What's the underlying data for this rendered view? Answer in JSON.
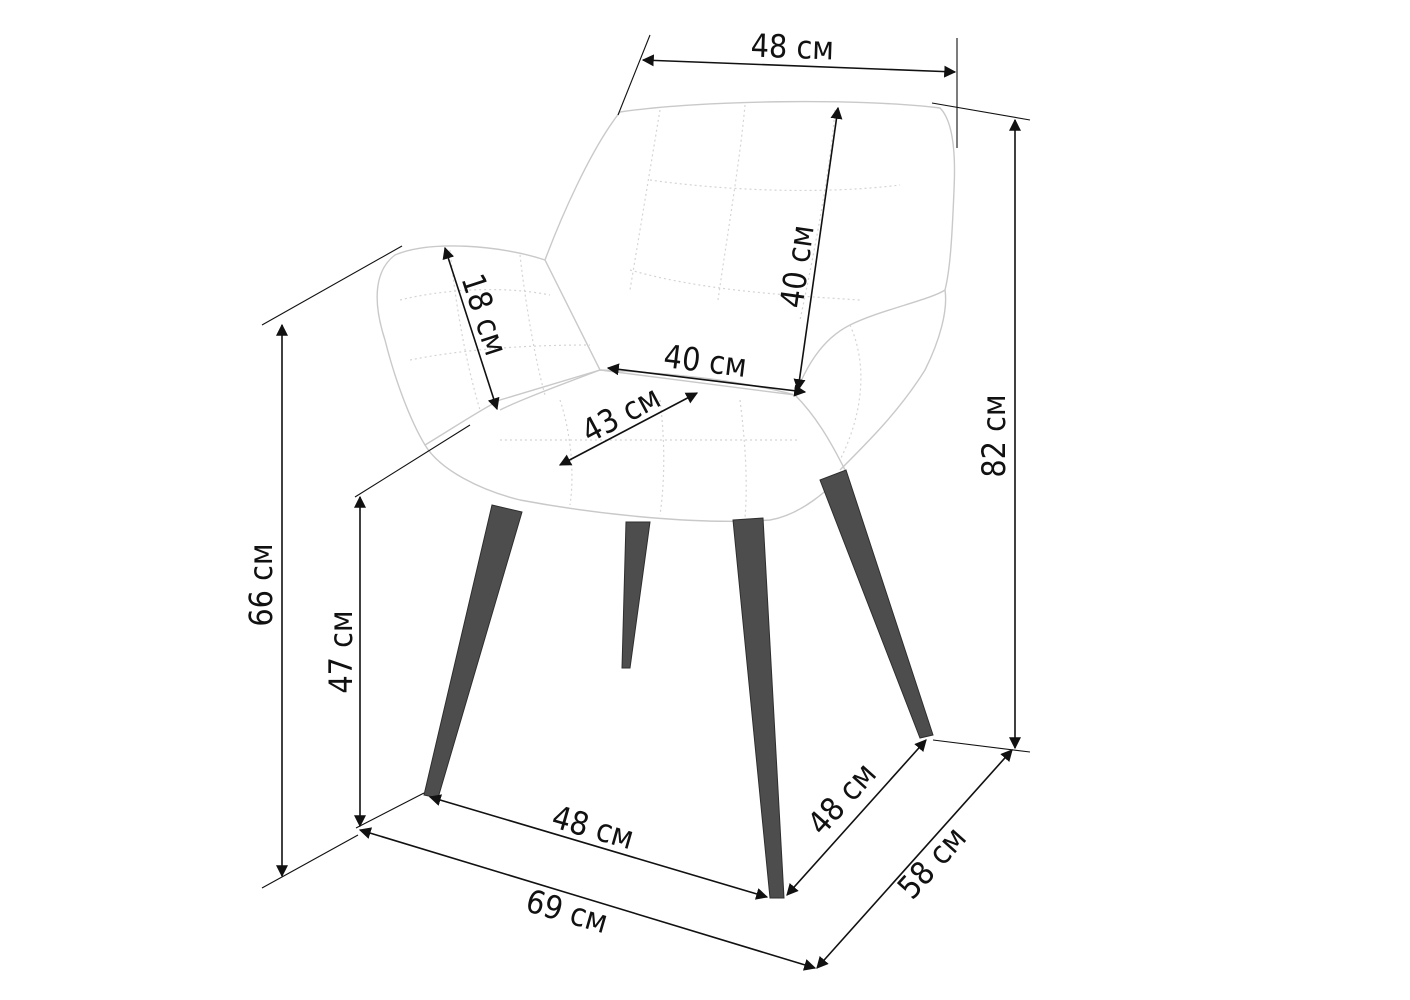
{
  "diagram": {
    "colors": {
      "line": "#111111",
      "chair_outline": "#c9c9c9",
      "legs": "#4d4d4d",
      "background": "#ffffff"
    },
    "dimensions": {
      "back_width": "48 см",
      "back_height": "40 см",
      "overall_height": "82 см",
      "armrest_height_total": "66 см",
      "seat_height": "47 см",
      "armrest_height": "18 см",
      "seat_width": "40 см",
      "seat_depth": "43 см",
      "leg_span_front": "48 см",
      "leg_span_side": "48 см",
      "overall_width": "69 см",
      "overall_depth": "58 см"
    }
  }
}
